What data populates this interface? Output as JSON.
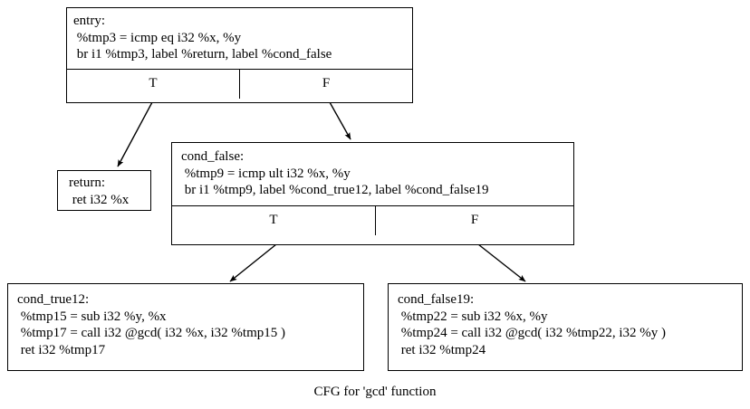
{
  "graph": {
    "caption": "CFG for 'gcd' function",
    "nodes": [
      {
        "id": "entry",
        "label": "entry:",
        "lines": [
          "entry:",
          " %tmp3 = icmp eq i32 %x, %y",
          " br i1 %tmp3, label %return, label %cond_false"
        ],
        "ports": [
          "T",
          "F"
        ]
      },
      {
        "id": "return",
        "label": "return:",
        "lines": [
          "return:",
          " ret i32 %x"
        ],
        "ports": []
      },
      {
        "id": "cond_false",
        "label": "cond_false:",
        "lines": [
          "cond_false:",
          " %tmp9 = icmp ult i32 %x, %y",
          " br i1 %tmp9, label %cond_true12, label %cond_false19"
        ],
        "ports": [
          "T",
          "F"
        ]
      },
      {
        "id": "cond_true12",
        "label": "cond_true12:",
        "lines": [
          "cond_true12:",
          " %tmp15 = sub i32 %y, %x",
          " %tmp17 = call i32 @gcd( i32 %x, i32 %tmp15 )",
          " ret i32 %tmp17"
        ],
        "ports": []
      },
      {
        "id": "cond_false19",
        "label": "cond_false19:",
        "lines": [
          "cond_false19:",
          " %tmp22 = sub i32 %x, %y",
          " %tmp24 = call i32 @gcd( i32 %tmp22, i32 %y )",
          " ret i32 %tmp24"
        ],
        "ports": []
      }
    ],
    "edges": [
      {
        "from": "entry",
        "port": "T",
        "to": "return"
      },
      {
        "from": "entry",
        "port": "F",
        "to": "cond_false"
      },
      {
        "from": "cond_false",
        "port": "T",
        "to": "cond_true12"
      },
      {
        "from": "cond_false",
        "port": "F",
        "to": "cond_false19"
      }
    ],
    "colors": {
      "background": "#ffffff",
      "border": "#000000",
      "text": "#000000",
      "edge": "#000000"
    }
  }
}
